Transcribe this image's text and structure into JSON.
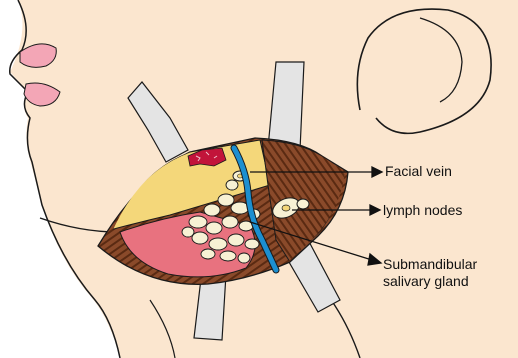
{
  "diagram": {
    "labels": {
      "facial_vein": "Facial vein",
      "lymph_nodes": "lymph nodes",
      "submandibular_line1": "Submandibular",
      "submandibular_line2": "salivary gland"
    },
    "colors": {
      "skin": "#fbe6cf",
      "outline": "#1a1a1a",
      "lips": "#f3a6b6",
      "muscle": "#8a4a2a",
      "muscle_stripe": "#5a2a12",
      "fascia_yellow": "#f4d77a",
      "gland_pink": "#e8727f",
      "vein_blue": "#1c8fd0",
      "node_fill": "#f7f1d4",
      "retractor": "#e4e4e4",
      "red_patch": "#c2143a"
    }
  }
}
